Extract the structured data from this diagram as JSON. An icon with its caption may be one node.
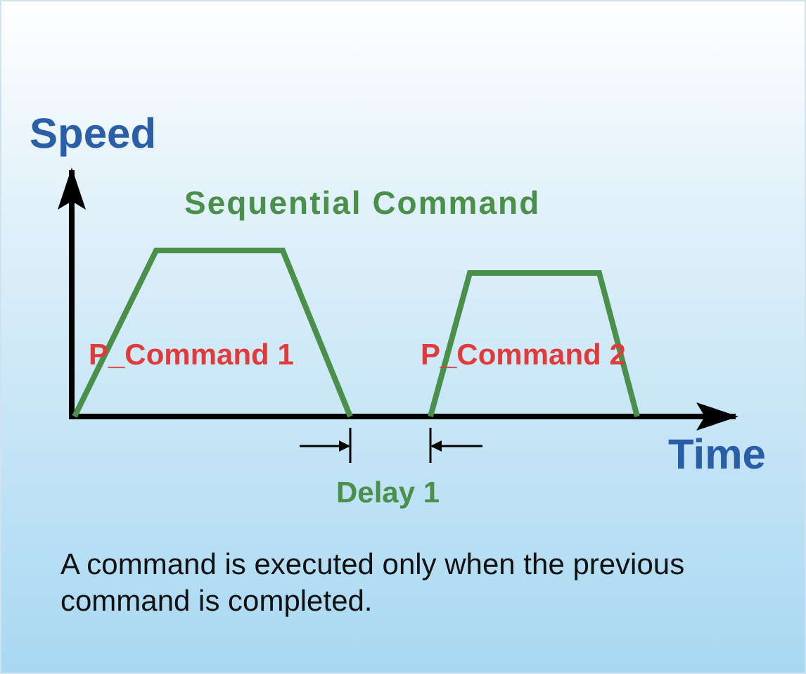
{
  "diagram": {
    "title": "Sequential Command",
    "labels": [
      "Speed",
      "P_Command 1",
      "P_Command 2",
      "Time",
      "Delay 1",
      "A command is executed only when the previous command is completed."
    ]
  }
}
